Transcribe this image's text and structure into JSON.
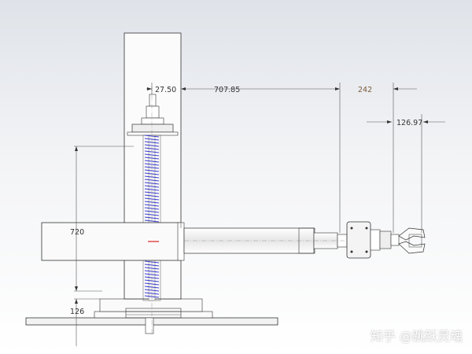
{
  "dimensions": {
    "d_27_50": "27.50",
    "d_707_85": "707.85",
    "d_242": "242",
    "d_126_97": "126.97",
    "d_720": "720",
    "d_126": "126"
  },
  "watermark": "知乎 @跳跃灵魂",
  "colors": {
    "line": "#333333",
    "dim": "#555555",
    "brown_dim": "#8a6a4a",
    "spring": "#3a3ad0",
    "red_mark": "#e02020",
    "fill_light": "#f7f7f7"
  }
}
